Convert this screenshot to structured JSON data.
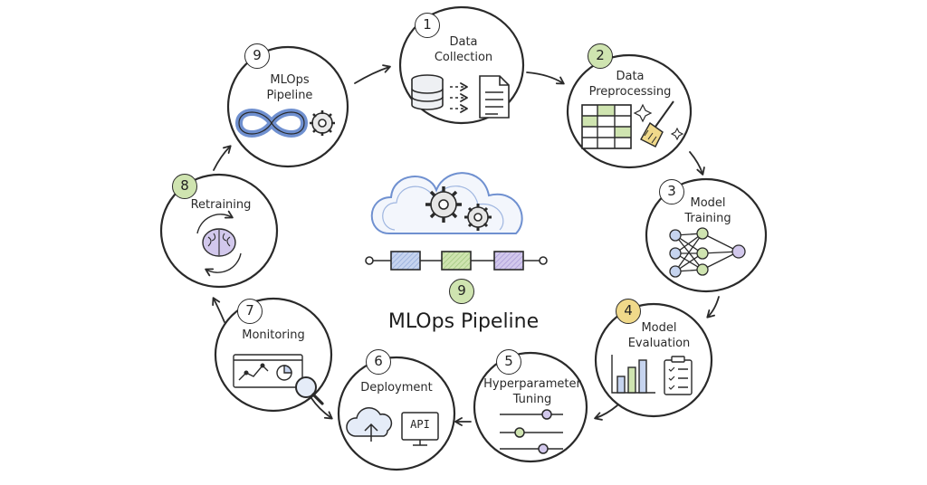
{
  "colors": {
    "ink": "#2a2a2a",
    "accent_green": "#bcd89a",
    "accent_blue": "#9fb6e0",
    "accent_purple": "#b7a8dd",
    "accent_yellow": "#f0d98a"
  },
  "center": {
    "title": "MLOps Pipeline",
    "badge": "9",
    "icons": [
      "cloud-icon",
      "gear-icon",
      "pipeline-icon"
    ]
  },
  "stages": [
    {
      "id": "data-collection",
      "number": "1",
      "lines": [
        "Data",
        "Collection"
      ],
      "icon": "database-to-document-icon"
    },
    {
      "id": "data-preprocessing",
      "number": "2",
      "lines": [
        "Data",
        "Preprocessing"
      ],
      "icon": "table-broom-icon"
    },
    {
      "id": "model-training",
      "number": "3",
      "lines": [
        "Model",
        "Training"
      ],
      "icon": "neural-network-icon"
    },
    {
      "id": "model-evaluation",
      "number": "4",
      "lines": [
        "Model",
        "Evaluation"
      ],
      "icon": "bar-chart-checklist-icon"
    },
    {
      "id": "hyperparameter-tuning",
      "number": "5",
      "lines": [
        "Hyperparameter",
        "Tuning"
      ],
      "icon": "sliders-icon"
    },
    {
      "id": "deployment",
      "number": "6",
      "lines": [
        "Deployment"
      ],
      "icon": "cloud-upload-api-icon",
      "api_label": "API"
    },
    {
      "id": "monitoring",
      "number": "7",
      "lines": [
        "Monitoring"
      ],
      "icon": "dashboard-magnifier-icon"
    },
    {
      "id": "retraining",
      "number": "8",
      "lines": [
        "Retraining"
      ],
      "icon": "brain-cycle-icon"
    },
    {
      "id": "mlops-pipeline",
      "number": "9",
      "lines": [
        "MLOps",
        "Pipeline"
      ],
      "icon": "infinity-gear-icon"
    }
  ]
}
